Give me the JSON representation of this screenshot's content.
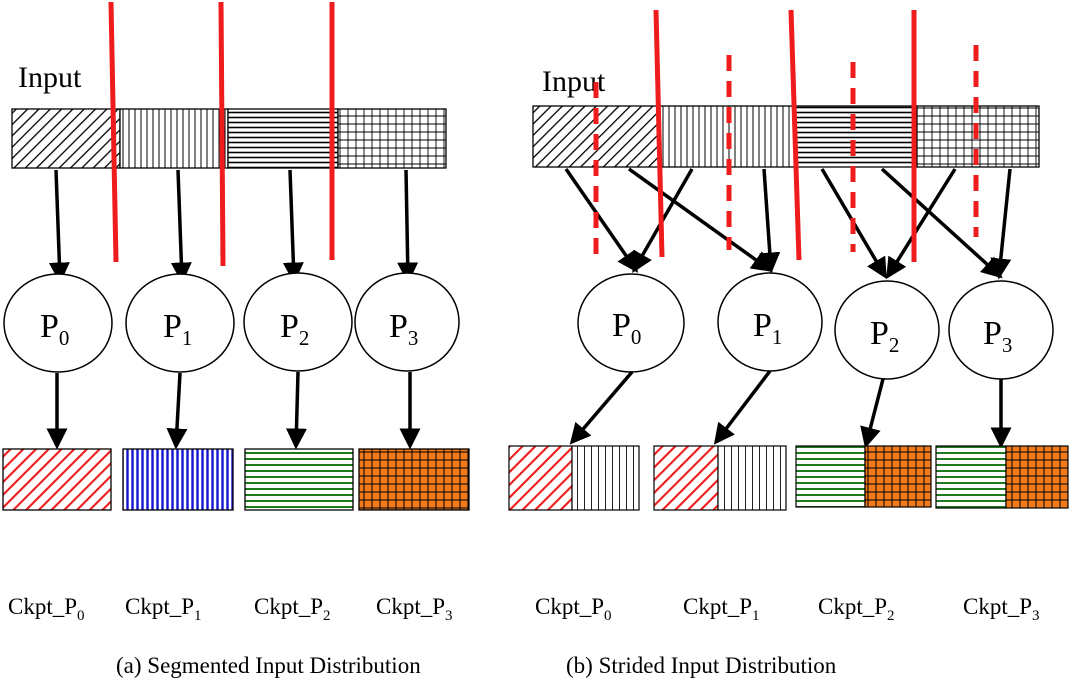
{
  "colors": {
    "partition_line": "#ee1c1c",
    "diag_red": "#ee1c1c",
    "vert_blue": "#1515d0",
    "horiz_green": "#1f7a1f",
    "grid_orange": "#f07a1c",
    "ink": "#000000"
  },
  "panel_a": {
    "input_label": "Input",
    "processes": [
      {
        "main": "P",
        "sub": "0"
      },
      {
        "main": "P",
        "sub": "1"
      },
      {
        "main": "P",
        "sub": "2"
      },
      {
        "main": "P",
        "sub": "3"
      }
    ],
    "checkpoints": [
      {
        "main": "Ckpt_P",
        "sub": "0"
      },
      {
        "main": "Ckpt_P",
        "sub": "1"
      },
      {
        "main": "Ckpt_P",
        "sub": "2"
      },
      {
        "main": "Ckpt_P",
        "sub": "3"
      }
    ],
    "caption": "(a) Segmented Input Distribution"
  },
  "panel_b": {
    "input_label": "Input",
    "processes": [
      {
        "main": "P",
        "sub": "0"
      },
      {
        "main": "P",
        "sub": "1"
      },
      {
        "main": "P",
        "sub": "2"
      },
      {
        "main": "P",
        "sub": "3"
      }
    ],
    "checkpoints": [
      {
        "main": "Ckpt_P",
        "sub": "0"
      },
      {
        "main": "Ckpt_P",
        "sub": "1"
      },
      {
        "main": "Ckpt_P",
        "sub": "2"
      },
      {
        "main": "Ckpt_P",
        "sub": "3"
      }
    ],
    "caption": "(b) Strided Input Distribution"
  }
}
